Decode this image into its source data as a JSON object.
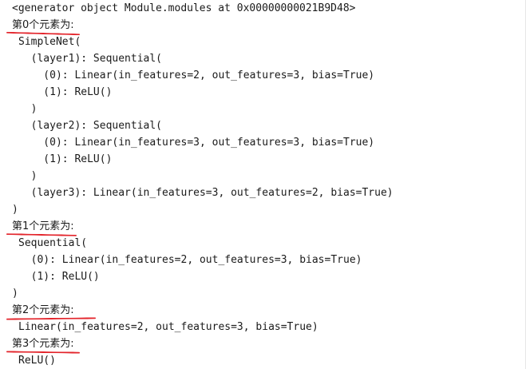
{
  "colors": {
    "text": "#1a1a1a",
    "underline": "#e3242b",
    "background": "#ffffff"
  },
  "output": {
    "generator_repr": "<generator object Module.modules at 0x00000000021B9D48>",
    "item0": {
      "heading": "第0个元素为:",
      "lines": [
        "SimpleNet(",
        "  (layer1): Sequential(",
        "    (0): Linear(in_features=2, out_features=3, bias=True)",
        "    (1): ReLU()",
        "  )",
        "  (layer2): Sequential(",
        "    (0): Linear(in_features=3, out_features=3, bias=True)",
        "    (1): ReLU()",
        "  )",
        "  (layer3): Linear(in_features=3, out_features=2, bias=True)",
        ")"
      ]
    },
    "item1": {
      "heading": "第1个元素为:",
      "lines": [
        "Sequential(",
        "  (0): Linear(in_features=2, out_features=3, bias=True)",
        "  (1): ReLU()",
        ")"
      ]
    },
    "item2": {
      "heading": "第2个元素为:",
      "lines": [
        "Linear(in_features=2, out_features=3, bias=True)"
      ]
    },
    "item3": {
      "heading": "第3个元素为:",
      "lines": [
        "ReLU()"
      ]
    }
  }
}
